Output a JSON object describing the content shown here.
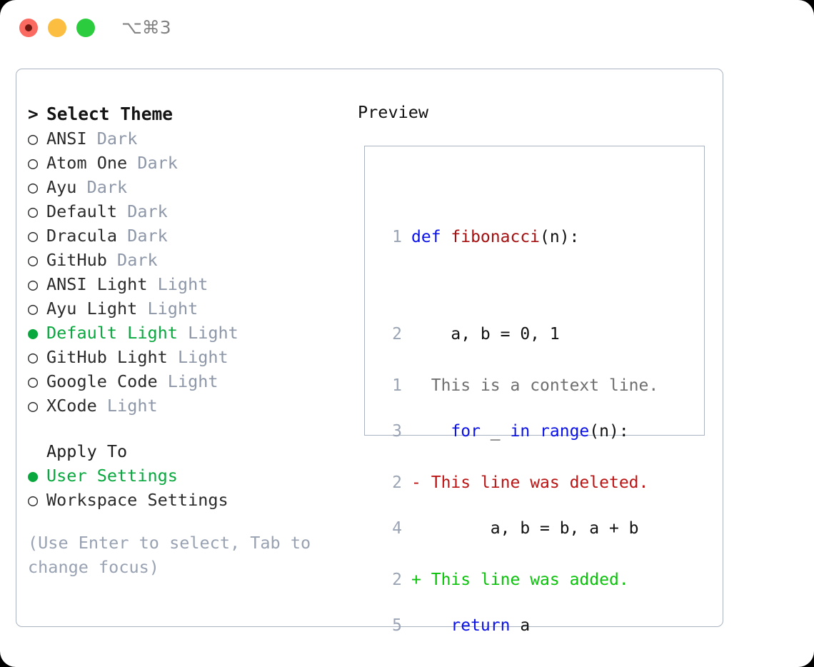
{
  "window": {
    "shortcut": "⌥⌘3",
    "traffic_lights": [
      {
        "name": "close",
        "color": "#fb6a60"
      },
      {
        "name": "minimize",
        "color": "#fcbe40"
      },
      {
        "name": "maximize",
        "color": "#2bcc3e"
      }
    ],
    "accent_green": "#09a83e",
    "border_color": "#a9b3c1"
  },
  "theme_picker": {
    "header_prefix": ">",
    "header": "Select Theme",
    "bullet_unselected": "○",
    "bullet_selected": "●",
    "items": [
      {
        "bullet": "○",
        "name": "ANSI",
        "tag": "Dark",
        "selected": false
      },
      {
        "bullet": "○",
        "name": "Atom One",
        "tag": "Dark",
        "selected": false
      },
      {
        "bullet": "○",
        "name": "Ayu",
        "tag": "Dark",
        "selected": false
      },
      {
        "bullet": "○",
        "name": "Default",
        "tag": "Dark",
        "selected": false
      },
      {
        "bullet": "○",
        "name": "Dracula",
        "tag": "Dark",
        "selected": false
      },
      {
        "bullet": "○",
        "name": "GitHub",
        "tag": "Dark",
        "selected": false
      },
      {
        "bullet": "○",
        "name": "ANSI Light",
        "tag": "Light",
        "selected": false
      },
      {
        "bullet": "○",
        "name": "Ayu Light",
        "tag": "Light",
        "selected": false
      },
      {
        "bullet": "●",
        "name": "Default Light",
        "tag": "Light",
        "selected": true
      },
      {
        "bullet": "○",
        "name": "GitHub Light",
        "tag": "Light",
        "selected": false
      },
      {
        "bullet": "○",
        "name": "Google Code",
        "tag": "Light",
        "selected": false
      },
      {
        "bullet": "○",
        "name": "XCode",
        "tag": "Light",
        "selected": false
      }
    ]
  },
  "apply_to": {
    "title": "Apply To",
    "items": [
      {
        "bullet": "●",
        "name": "User Settings",
        "selected": true
      },
      {
        "bullet": "○",
        "name": "Workspace Settings",
        "selected": false
      }
    ]
  },
  "hint": "(Use Enter to select, Tab to change focus)",
  "preview": {
    "label": "Preview",
    "code_lines": [
      {
        "number": "1",
        "tokens": [
          {
            "text": "def ",
            "type": "kw"
          },
          {
            "text": "fibonacci",
            "type": "fn"
          },
          {
            "text": "(n):",
            "type": "pl"
          }
        ]
      },
      {
        "number": "2",
        "tokens": [
          {
            "text": "    a, b = 0, 1",
            "type": "pl"
          }
        ]
      },
      {
        "number": "3",
        "tokens": [
          {
            "text": "    ",
            "type": "pl"
          },
          {
            "text": "for",
            "type": "kw"
          },
          {
            "text": " _ ",
            "type": "pl"
          },
          {
            "text": "in ",
            "type": "kw"
          },
          {
            "text": "range",
            "type": "kw"
          },
          {
            "text": "(n):",
            "type": "pl"
          }
        ]
      },
      {
        "number": "4",
        "tokens": [
          {
            "text": "        a, b = b, a + b",
            "type": "pl"
          }
        ]
      },
      {
        "number": "5",
        "tokens": [
          {
            "text": "    ",
            "type": "pl"
          },
          {
            "text": "return",
            "type": "kw"
          },
          {
            "text": " a",
            "type": "pl"
          }
        ]
      }
    ],
    "diff_lines": [
      {
        "number": "1",
        "marker": " ",
        "text": "This is a context line.",
        "type": "ctx"
      },
      {
        "number": "2",
        "marker": "-",
        "text": "This line was deleted.",
        "type": "del"
      },
      {
        "number": "2",
        "marker": "+",
        "text": "This line was added.",
        "type": "add"
      }
    ],
    "syntax_colors": {
      "keyword": "#0b12e8",
      "function": "#a50f0f",
      "plain": "#111111",
      "line_number": "#9aa4b4",
      "context": "#6f6f6f",
      "deleted": "#bb1414",
      "added": "#0ac20a"
    }
  }
}
